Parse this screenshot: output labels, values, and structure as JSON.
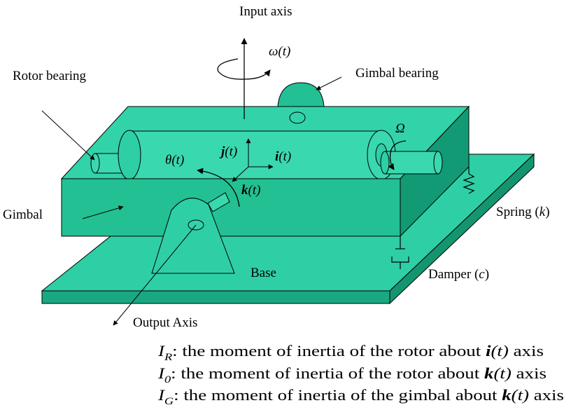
{
  "labels": {
    "input_axis": "Input axis",
    "omega_t": "ω(t)",
    "rotor_bearing": "Rotor bearing",
    "gimbal_bearing": "Gimbal bearing",
    "big_omega": "Ω",
    "theta_t": "θ(t)",
    "j_vec": "j",
    "i_vec": "i",
    "k_vec": "k",
    "t_suffix": "(t)",
    "gimbal": "Gimbal",
    "spring_prefix": "Spring (",
    "spring_sym": "k",
    "spring_suffix": ")",
    "base": "Base",
    "damper_prefix": "Damper (",
    "damper_sym": "c",
    "damper_suffix": ")",
    "output_axis": "Output Axis"
  },
  "legend": [
    {
      "symbol": "I",
      "subscript": "R",
      "text_before": ": the moment of inertia of the rotor about ",
      "vector": "i",
      "vector_arg": "(t)",
      "text_after": " axis"
    },
    {
      "symbol": "I",
      "subscript": "0",
      "text_before": ": the moment of inertia of the rotor about ",
      "vector": "k",
      "vector_arg": "(t)",
      "text_after": " axis"
    },
    {
      "symbol": "I",
      "subscript": "G",
      "text_before": ": the moment of inertia of the gimbal about ",
      "vector": "k",
      "vector_arg": "(t)",
      "text_after": " axis"
    }
  ],
  "colors": {
    "base_top": "#2ecfa4",
    "base_edge": "#1aa882",
    "box_front": "#22c093",
    "box_top": "#33d3a9",
    "box_side": "#119a74",
    "rotor": "#3ad8ae",
    "outline": "#000000"
  }
}
